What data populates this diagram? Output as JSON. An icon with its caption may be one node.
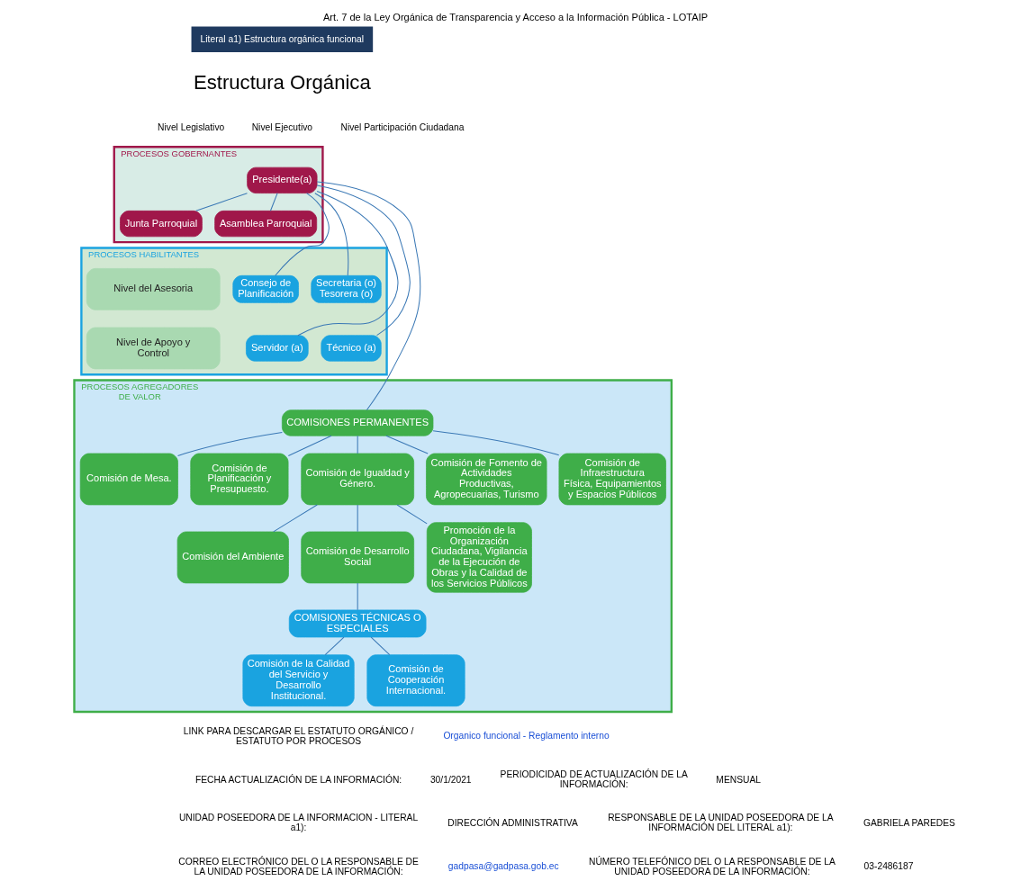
{
  "diagram": {
    "title": "Art. 7 de la Ley Orgánica de Transparencia y Acceso a la Información Pública - LOTAIP",
    "nodes": [
      {
        "text": [
          "PROCESOS GOBERNANTES"
        ]
      },
      {
        "text": [
          "Presidente(a)"
        ],
        "in": 0
      },
      {
        "text": [
          "Junta Parroquial"
        ],
        "in": 0
      },
      {
        "text": [
          "Asamblea Parroquial"
        ],
        "in": 0
      },
      {
        "text": [
          "PROCESOS HABILITANTES"
        ]
      },
      {
        "text": [
          "Nivel del Asesoria"
        ],
        "in": 4
      },
      {
        "text": [
          "Consejo de Planificación"
        ],
        "in": 4
      },
      {
        "text": [
          "Secretaria (o) Tesorera (o)"
        ],
        "in": 4
      },
      {
        "text": [
          "Nivel de Apoyo y Control"
        ],
        "in": 4
      },
      {
        "text": [
          "Servidor (a)"
        ],
        "in": 4
      },
      {
        "text": [
          "Técnico (a)"
        ],
        "in": 4
      },
      {
        "text": [
          "PROCESOS AGREGADORES DE VALOR"
        ]
      },
      {
        "text": [
          "COMISIONES PERMANENTES"
        ],
        "in": 11
      },
      {
        "text": [
          "Comisión de Mesa."
        ],
        "in": 11
      },
      {
        "text": [
          "Comisión de Planificación y Presupuesto."
        ],
        "in": 11
      },
      {
        "text": [
          "Comisión de Igualdad y Género."
        ],
        "in": 11
      },
      {
        "text": [
          "Comisión de Fomento de Actividades Productivas, Agropecuarias, Turismo"
        ],
        "in": 11
      },
      {
        "text": [
          "Comisión de Infraestructura Física, Equipamientos y Espacios Públicos"
        ],
        "in": 11
      },
      {
        "text": [
          "Comisión del Ambiente"
        ],
        "in": 11
      },
      {
        "text": [
          "Comisión de Desarrollo Social"
        ],
        "in": 11
      },
      {
        "text": [
          "Promoción de la Organización Ciudadana, Vigilancia de la Ejecución de Obras y la Calidad de los Servicios Públicos"
        ],
        "in": 11
      },
      {
        "text": [
          "COMISIONES TÉCNICAS O ESPECIALES"
        ],
        "in": 11
      },
      {
        "text": [
          "Comisión de la Calidad del Servicio y Desarrollo Institucional."
        ],
        "in": 11
      },
      {
        "text": [
          "Comisión de Cooperación Internacional."
        ],
        "in": 11
      }
    ],
    "edges": [
      {
        "from": 1,
        "to": 2,
        "arrow": "none"
      },
      {
        "from": 1,
        "to": 3,
        "arrow": "none"
      },
      {
        "from": 1,
        "to": 6,
        "arrow": "none"
      },
      {
        "from": 1,
        "to": 7,
        "arrow": "none"
      },
      {
        "from": 1,
        "to": 9,
        "arrow": "none"
      },
      {
        "from": 1,
        "to": 10,
        "arrow": "none"
      },
      {
        "from": 1,
        "to": 12,
        "arrow": "none"
      },
      {
        "from": 12,
        "to": 13,
        "arrow": "none"
      },
      {
        "from": 12,
        "to": 14,
        "arrow": "none"
      },
      {
        "from": 12,
        "to": 15,
        "arrow": "none"
      },
      {
        "from": 12,
        "to": 16,
        "arrow": "none"
      },
      {
        "from": 12,
        "to": 17,
        "arrow": "none"
      },
      {
        "from": 15,
        "to": 18,
        "arrow": "none"
      },
      {
        "from": 15,
        "to": 19,
        "arrow": "none"
      },
      {
        "from": 15,
        "to": 20,
        "arrow": "none"
      },
      {
        "from": 19,
        "to": 21,
        "arrow": "none"
      },
      {
        "from": 21,
        "to": 22,
        "arrow": "none"
      },
      {
        "from": 21,
        "to": 23,
        "arrow": "none"
      }
    ],
    "labels": [
      "Literal a1) Estructura orgánica funcional",
      "Estructura Orgánica",
      "Nivel Legislativo",
      "Nivel Ejecutivo",
      "Nivel Participación Ciudadana",
      "LINK PARA DESCARGAR EL ESTATUTO ORGÁNICO / ESTATUTO POR PROCESOS",
      "Organico funcional - Reglamento interno",
      "FECHA ACTUALIZACIÓN DE LA INFORMACIÓN:",
      "30/1/2021",
      "PERIODICIDAD DE ACTUALIZACIÓN DE LA INFORMACIÓN:",
      "MENSUAL",
      "UNIDAD POSEEDORA DE LA INFORMACION - LITERAL a1):",
      "DIRECCIÓN ADMINISTRATIVA",
      "RESPONSABLE DE LA UNIDAD POSEEDORA DE LA INFORMACIÓN DEL LITERAL a1):",
      "GABRIELA PAREDES",
      "CORREO ELECTRÓNICO DEL O LA RESPONSABLE DE LA UNIDAD POSEEDORA DE LA INFORMACIÓN:",
      "gadpasa@gadpasa.gob.ec",
      "NÚMERO TELEFÓNICO DEL O LA RESPONSABLE DE LA UNIDAD POSEEDORA DE LA INFORMACIÓN:",
      "03-2486187"
    ]
  }
}
